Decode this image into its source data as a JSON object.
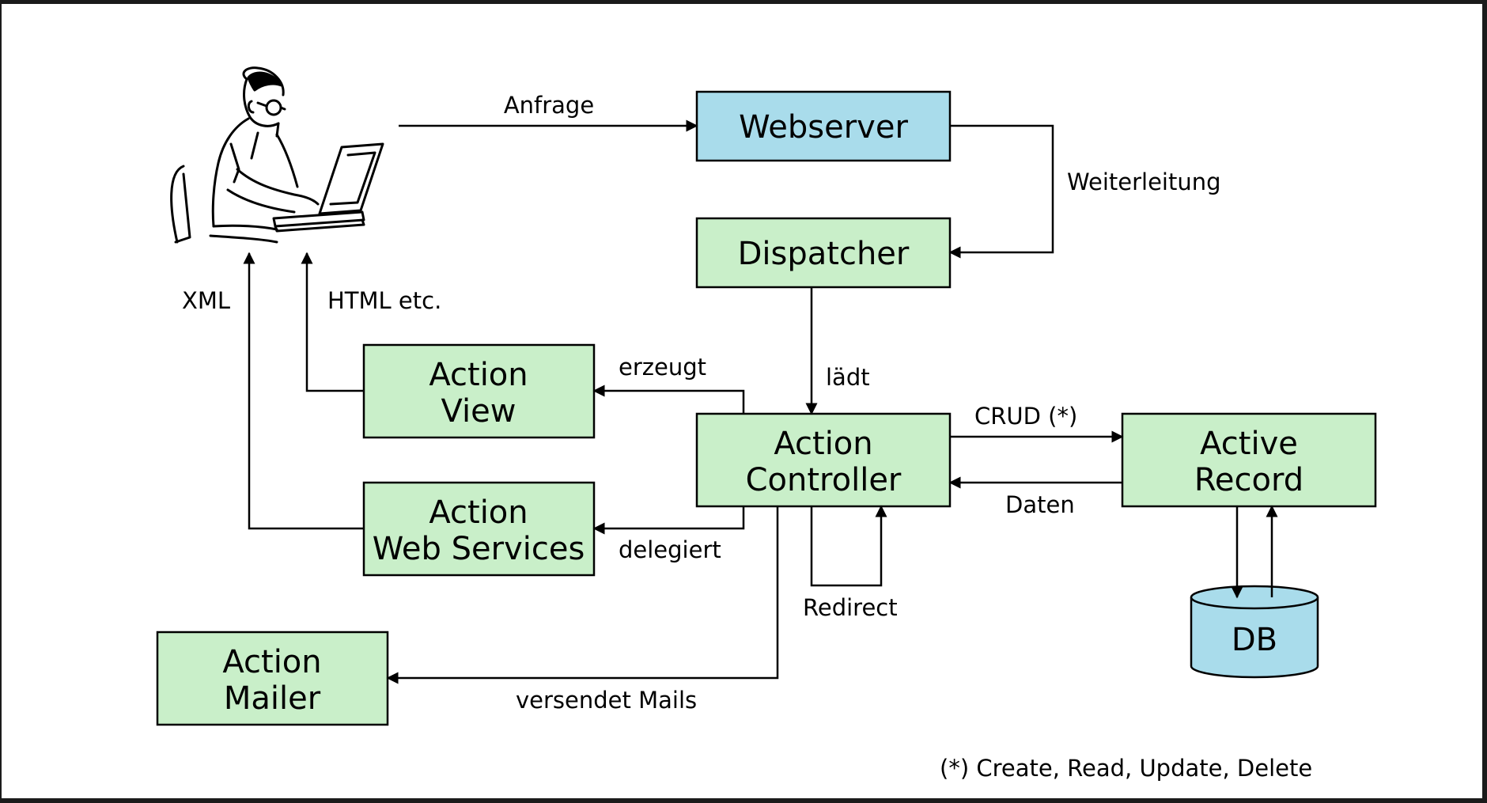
{
  "colors": {
    "green_box": "#c9efc9",
    "blue_box": "#a9dceb",
    "background": "#ffffff",
    "frame": "#1b1b1b"
  },
  "nodes": {
    "webserver": "Webserver",
    "dispatcher": "Dispatcher",
    "action_view": [
      "Action",
      "View"
    ],
    "action_web_services": [
      "Action",
      "Web Services"
    ],
    "action_controller": [
      "Action",
      "Controller"
    ],
    "active_record": [
      "Active",
      "Record"
    ],
    "action_mailer": [
      "Action",
      "Mailer"
    ],
    "db": "DB",
    "user": "user-at-laptop-icon"
  },
  "edges": {
    "anfrage": "Anfrage",
    "weiterleitung": "Weiterleitung",
    "laedt": "lädt",
    "erzeugt": "erzeugt",
    "delegiert": "delegiert",
    "crud": "CRUD (*)",
    "daten": "Daten",
    "redirect": "Redirect",
    "versendet_mails": "versendet Mails",
    "xml": "XML",
    "html_etc": "HTML etc."
  },
  "footnote": "(*) Create, Read, Update, Delete"
}
